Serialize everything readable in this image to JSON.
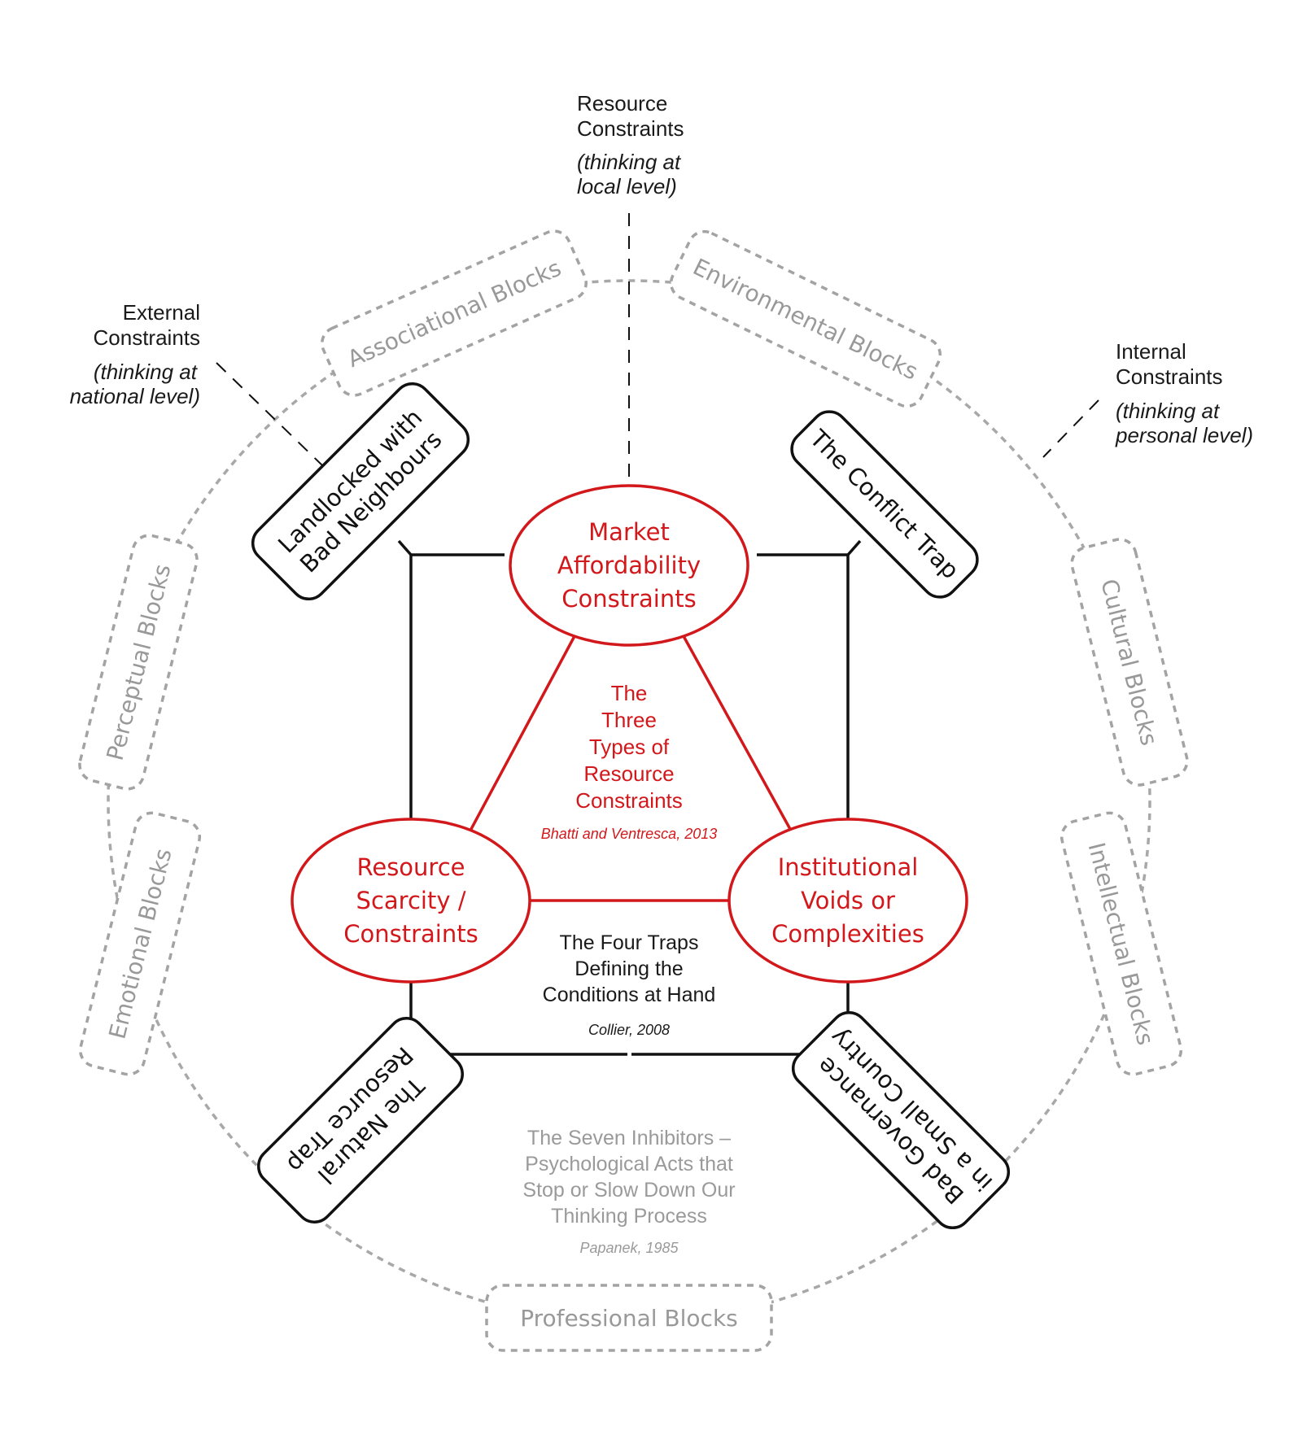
{
  "colors": {
    "red": "#d2181b",
    "black": "#111111",
    "gray": "#a3a3a3",
    "gray_text": "#999999"
  },
  "top_annotations": {
    "local": {
      "title": [
        "Resource",
        "Constraints"
      ],
      "subtitle": [
        "(thinking at",
        "local level)"
      ]
    },
    "national": {
      "title": [
        "External",
        "Constraints"
      ],
      "subtitle": [
        "(thinking at",
        "national level)"
      ]
    },
    "personal": {
      "title": [
        "Internal",
        "Constraints"
      ],
      "subtitle": [
        "(thinking at",
        "personal level)"
      ]
    }
  },
  "resource_constraints": {
    "heading": [
      "The",
      "Three",
      "Types of",
      "Resource",
      "Constraints"
    ],
    "citation": "Bhatti and Ventresca, 2013",
    "nodes": [
      {
        "id": "market",
        "lines": [
          "Market",
          "Affordability",
          "Constraints"
        ]
      },
      {
        "id": "scarcity",
        "lines": [
          "Resource",
          "Scarcity /",
          "Constraints"
        ]
      },
      {
        "id": "institutional",
        "lines": [
          "Institutional",
          "Voids or",
          "Complexities"
        ]
      }
    ]
  },
  "traps": {
    "heading": [
      "The Four Traps",
      "Defining the",
      "Conditions at Hand"
    ],
    "citation": "Collier, 2008",
    "items": [
      {
        "id": "landlocked",
        "lines": [
          "Landlocked with",
          "Bad Neighbours"
        ]
      },
      {
        "id": "conflict",
        "lines": [
          "The Conflict Trap"
        ]
      },
      {
        "id": "natural-resource",
        "lines": [
          "The Natural",
          "Resource Trap"
        ]
      },
      {
        "id": "bad-governance",
        "lines": [
          "Bad Governance",
          "in a Small Country"
        ]
      }
    ]
  },
  "inhibitors": {
    "heading": [
      "The Seven Inhibitors –",
      "Psychological Acts that",
      "Stop or Slow Down Our",
      "Thinking Process"
    ],
    "citation": "Papanek, 1985",
    "blocks": [
      {
        "id": "associational",
        "label": "Associational Blocks"
      },
      {
        "id": "environmental",
        "label": "Environmental Blocks"
      },
      {
        "id": "cultural",
        "label": "Cultural Blocks"
      },
      {
        "id": "intellectual",
        "label": "Intellectual Blocks"
      },
      {
        "id": "professional",
        "label": "Professional Blocks"
      },
      {
        "id": "emotional",
        "label": "Emotional Blocks"
      },
      {
        "id": "perceptual",
        "label": "Perceptual Blocks"
      }
    ]
  }
}
